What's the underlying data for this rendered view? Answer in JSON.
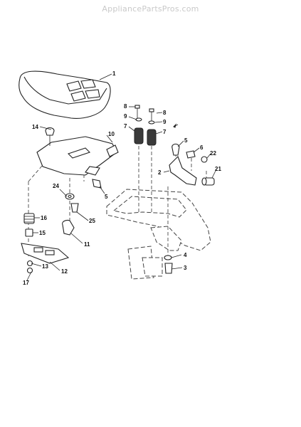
{
  "watermark": "AppliancePartsPros.com",
  "callouts": {
    "seat": "1",
    "bracket_seat_pivot": "2",
    "bolt": "3",
    "washer": "4",
    "screw_5_upper": "5",
    "screw_5_lower": "5",
    "nut_6": "6",
    "bumper_7_left": "7",
    "bumper_7_right": "7",
    "bolt_8_left": "8",
    "bolt_8_right": "8",
    "washer_9_left": "9",
    "washer_9_right": "9",
    "seat_pan": "10",
    "knob": "11",
    "slide_bracket": "12",
    "nut_13": "13",
    "bolt_14": "14",
    "spacer_15": "15",
    "spring_16": "16",
    "nut_17": "17",
    "bushing": "21",
    "nut_22": "22",
    "washer_24": "24",
    "bolt_25": "25"
  }
}
